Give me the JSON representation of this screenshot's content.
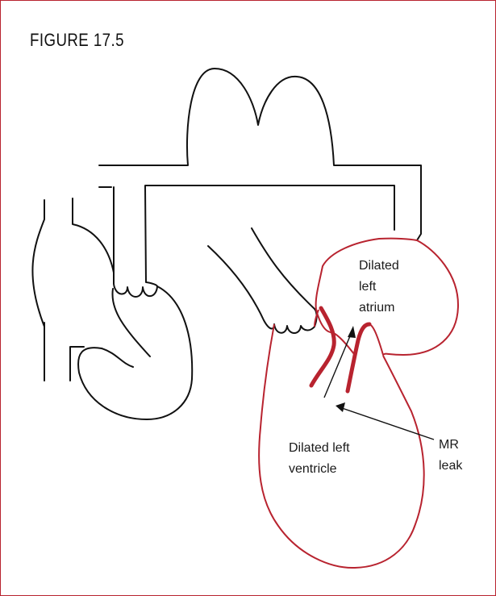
{
  "figure": {
    "title": "FIGURE 17.5"
  },
  "labels": {
    "atrium": [
      "Dilated",
      "left",
      "atrium"
    ],
    "ventricle": [
      "Dilated left",
      "ventricle"
    ],
    "mr_leak": [
      "MR",
      "leak"
    ]
  },
  "colors": {
    "border": "#b8232f",
    "dilated_chamber": "#b8232f",
    "normal_outline": "#111111"
  }
}
